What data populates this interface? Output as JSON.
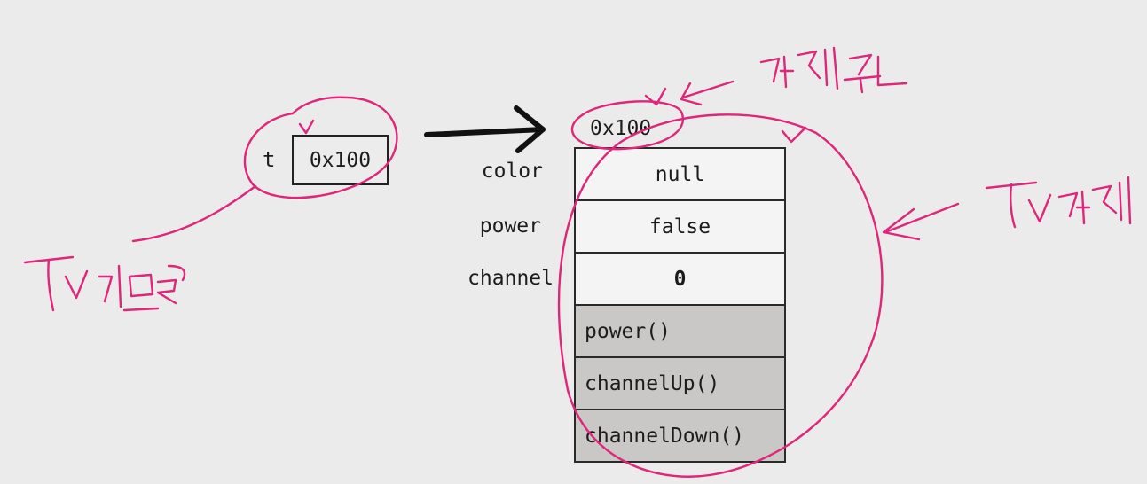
{
  "reference": {
    "name": "t",
    "value": "0x100"
  },
  "object": {
    "address": "0x100",
    "fields": [
      {
        "name": "color",
        "value": "null"
      },
      {
        "name": "power",
        "value": "false"
      },
      {
        "name": "channel",
        "value": "0"
      }
    ],
    "methods": [
      "power()",
      "channelUp()",
      "channelDown()"
    ]
  },
  "colors": {
    "annotation": "#e0267a",
    "arrow": "#111111",
    "method_bg": "#c9c8c6",
    "field_bg": "#f4f4f4"
  }
}
